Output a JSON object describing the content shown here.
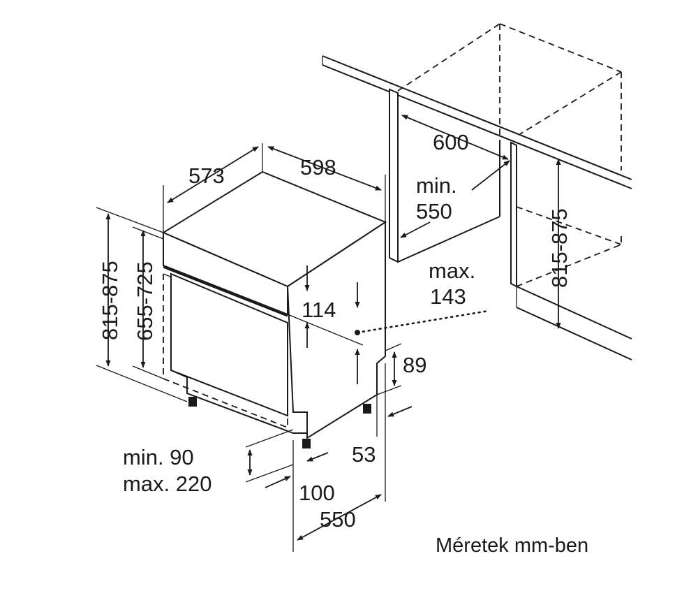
{
  "diagram": {
    "dimensions": {
      "depth_573": "573",
      "width_598": "598",
      "niche_width": "600",
      "niche_depth_min_label": "min.",
      "niche_depth_min_value": "550",
      "height_left": "815-875",
      "height_panel": "655-725",
      "height_niche": "815-875",
      "panel_offset": "114",
      "socket_max_label": "max.",
      "socket_max_value": "143",
      "foot_gap": "89",
      "foot_inset": "53",
      "plinth_min": "min. 90",
      "plinth_max": "max. 220",
      "depth_100": "100",
      "depth_550": "550"
    },
    "caption": "Méretek mm-ben"
  }
}
